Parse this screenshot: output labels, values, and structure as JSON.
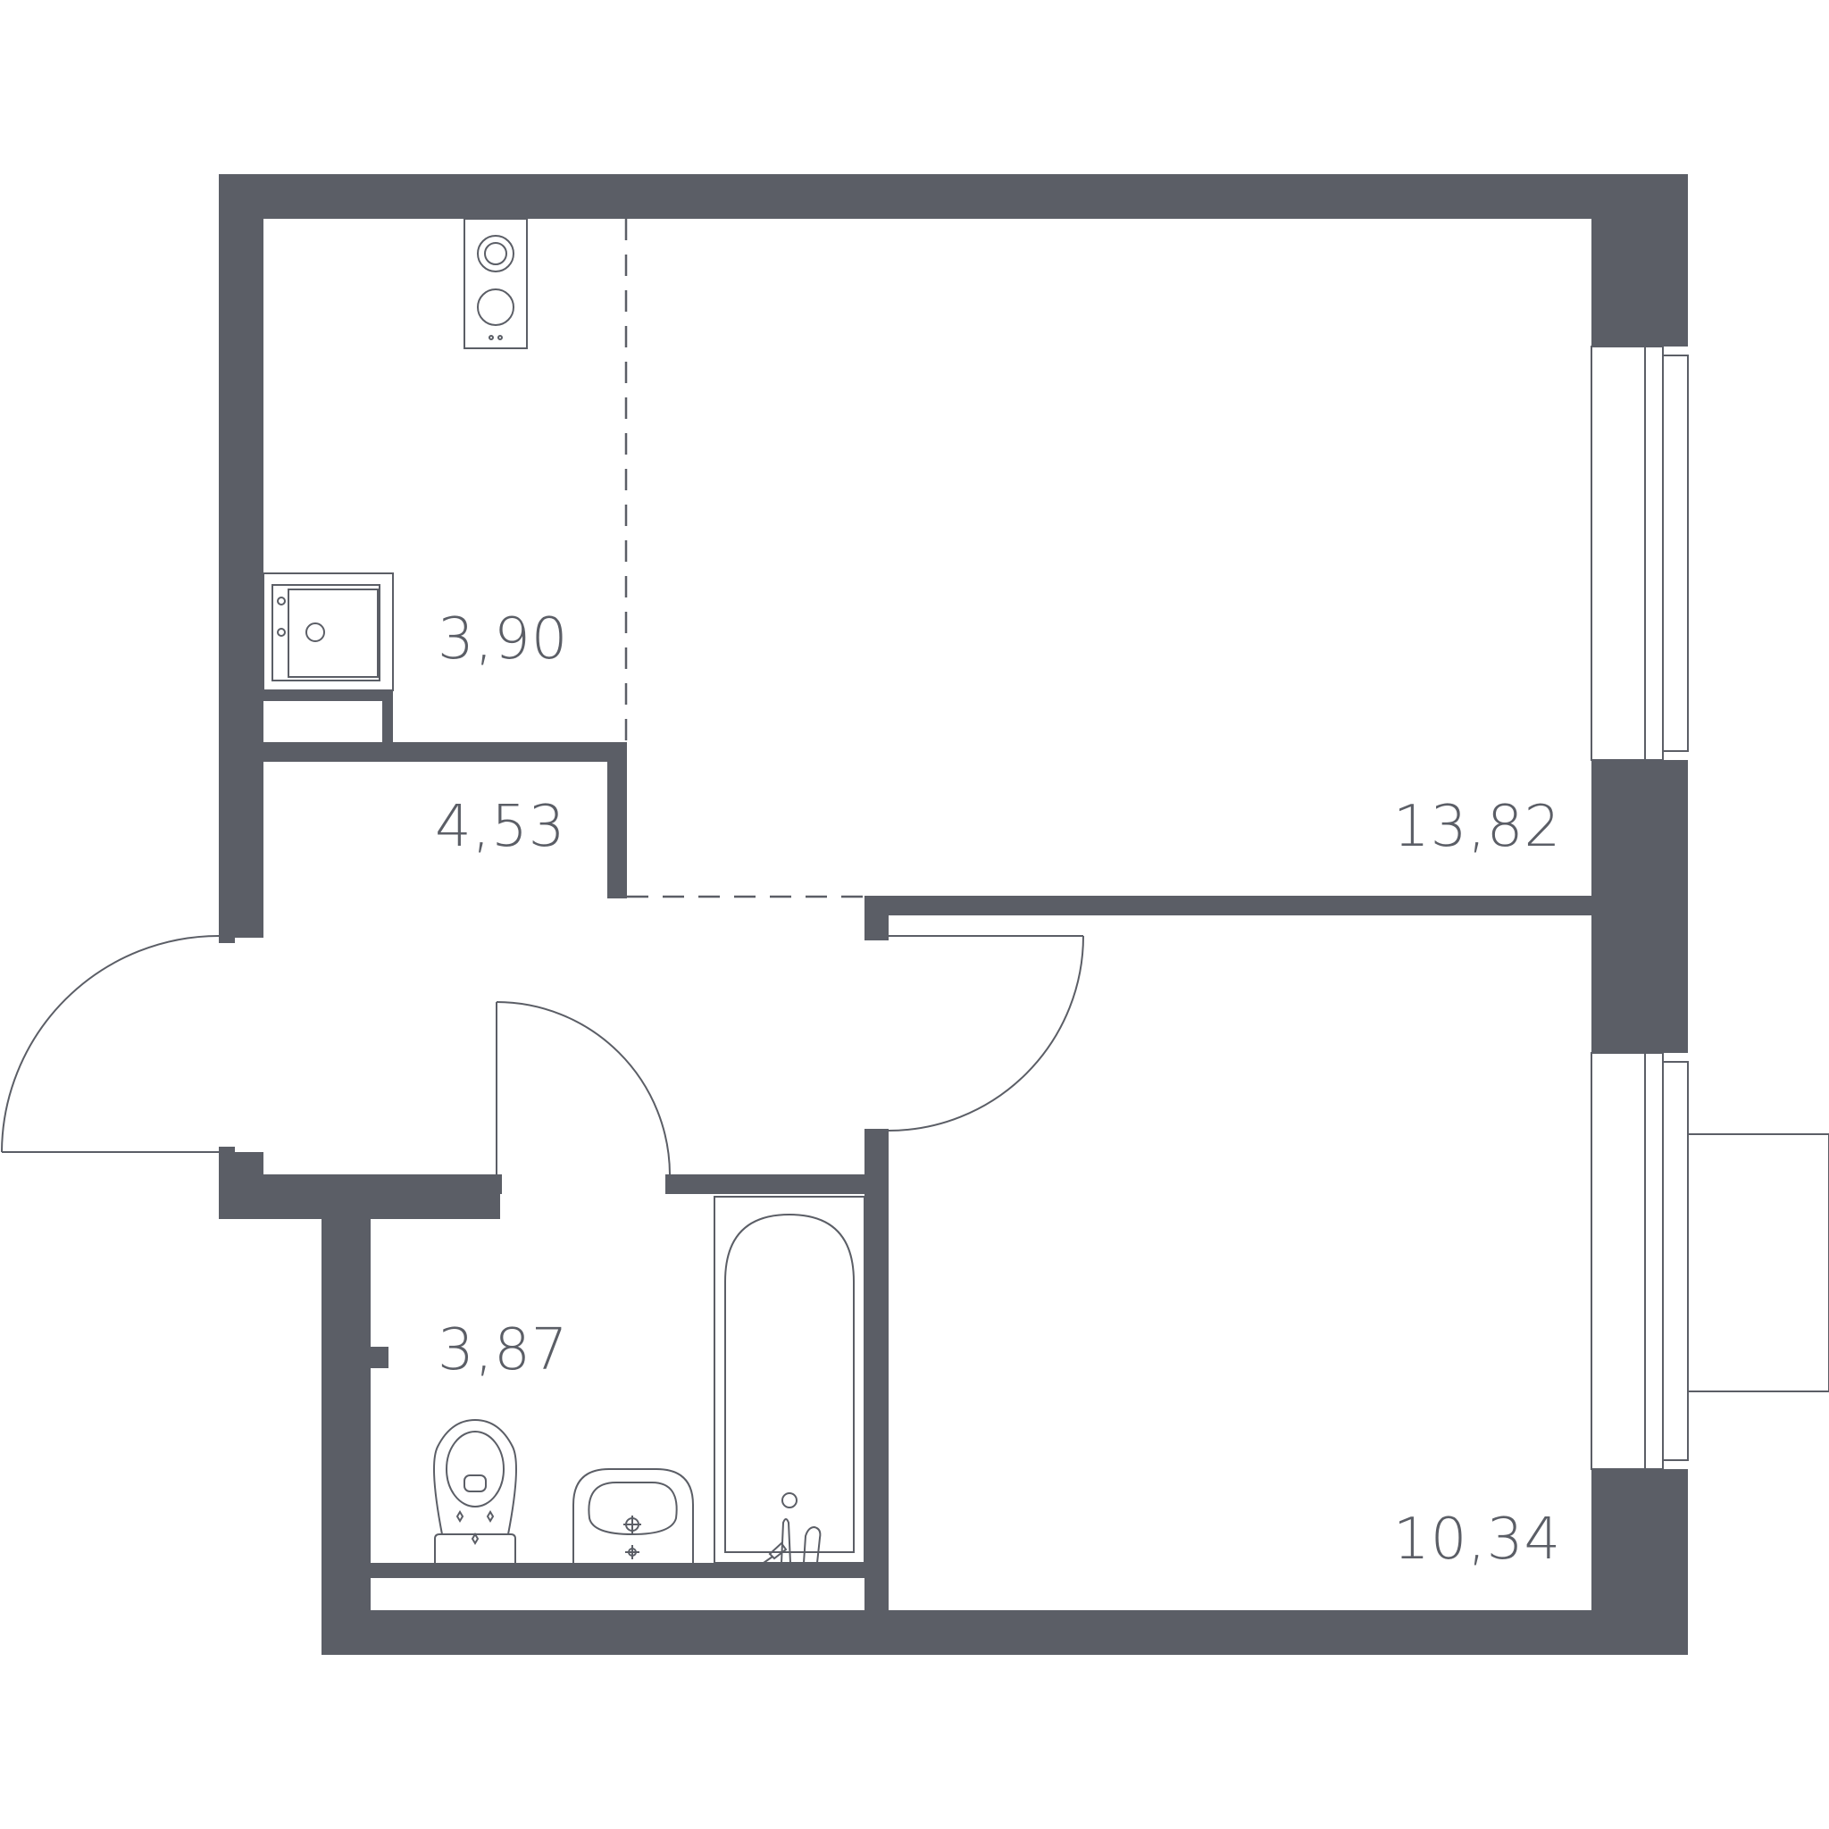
{
  "colors": {
    "wall": "#5b5e66",
    "line": "#5b5e66",
    "background": "#ffffff"
  },
  "rooms": [
    {
      "id": "kitchen",
      "area": "3,90"
    },
    {
      "id": "hallway",
      "area": "4,53"
    },
    {
      "id": "living-room",
      "area": "13,82"
    },
    {
      "id": "bathroom",
      "area": "3,87"
    },
    {
      "id": "bedroom",
      "area": "10,34"
    }
  ],
  "fixtures": [
    "stove-icon",
    "kitchen-sink-icon",
    "toilet-icon",
    "washbasin-icon",
    "bathtub-icon",
    "balcony-outline"
  ]
}
